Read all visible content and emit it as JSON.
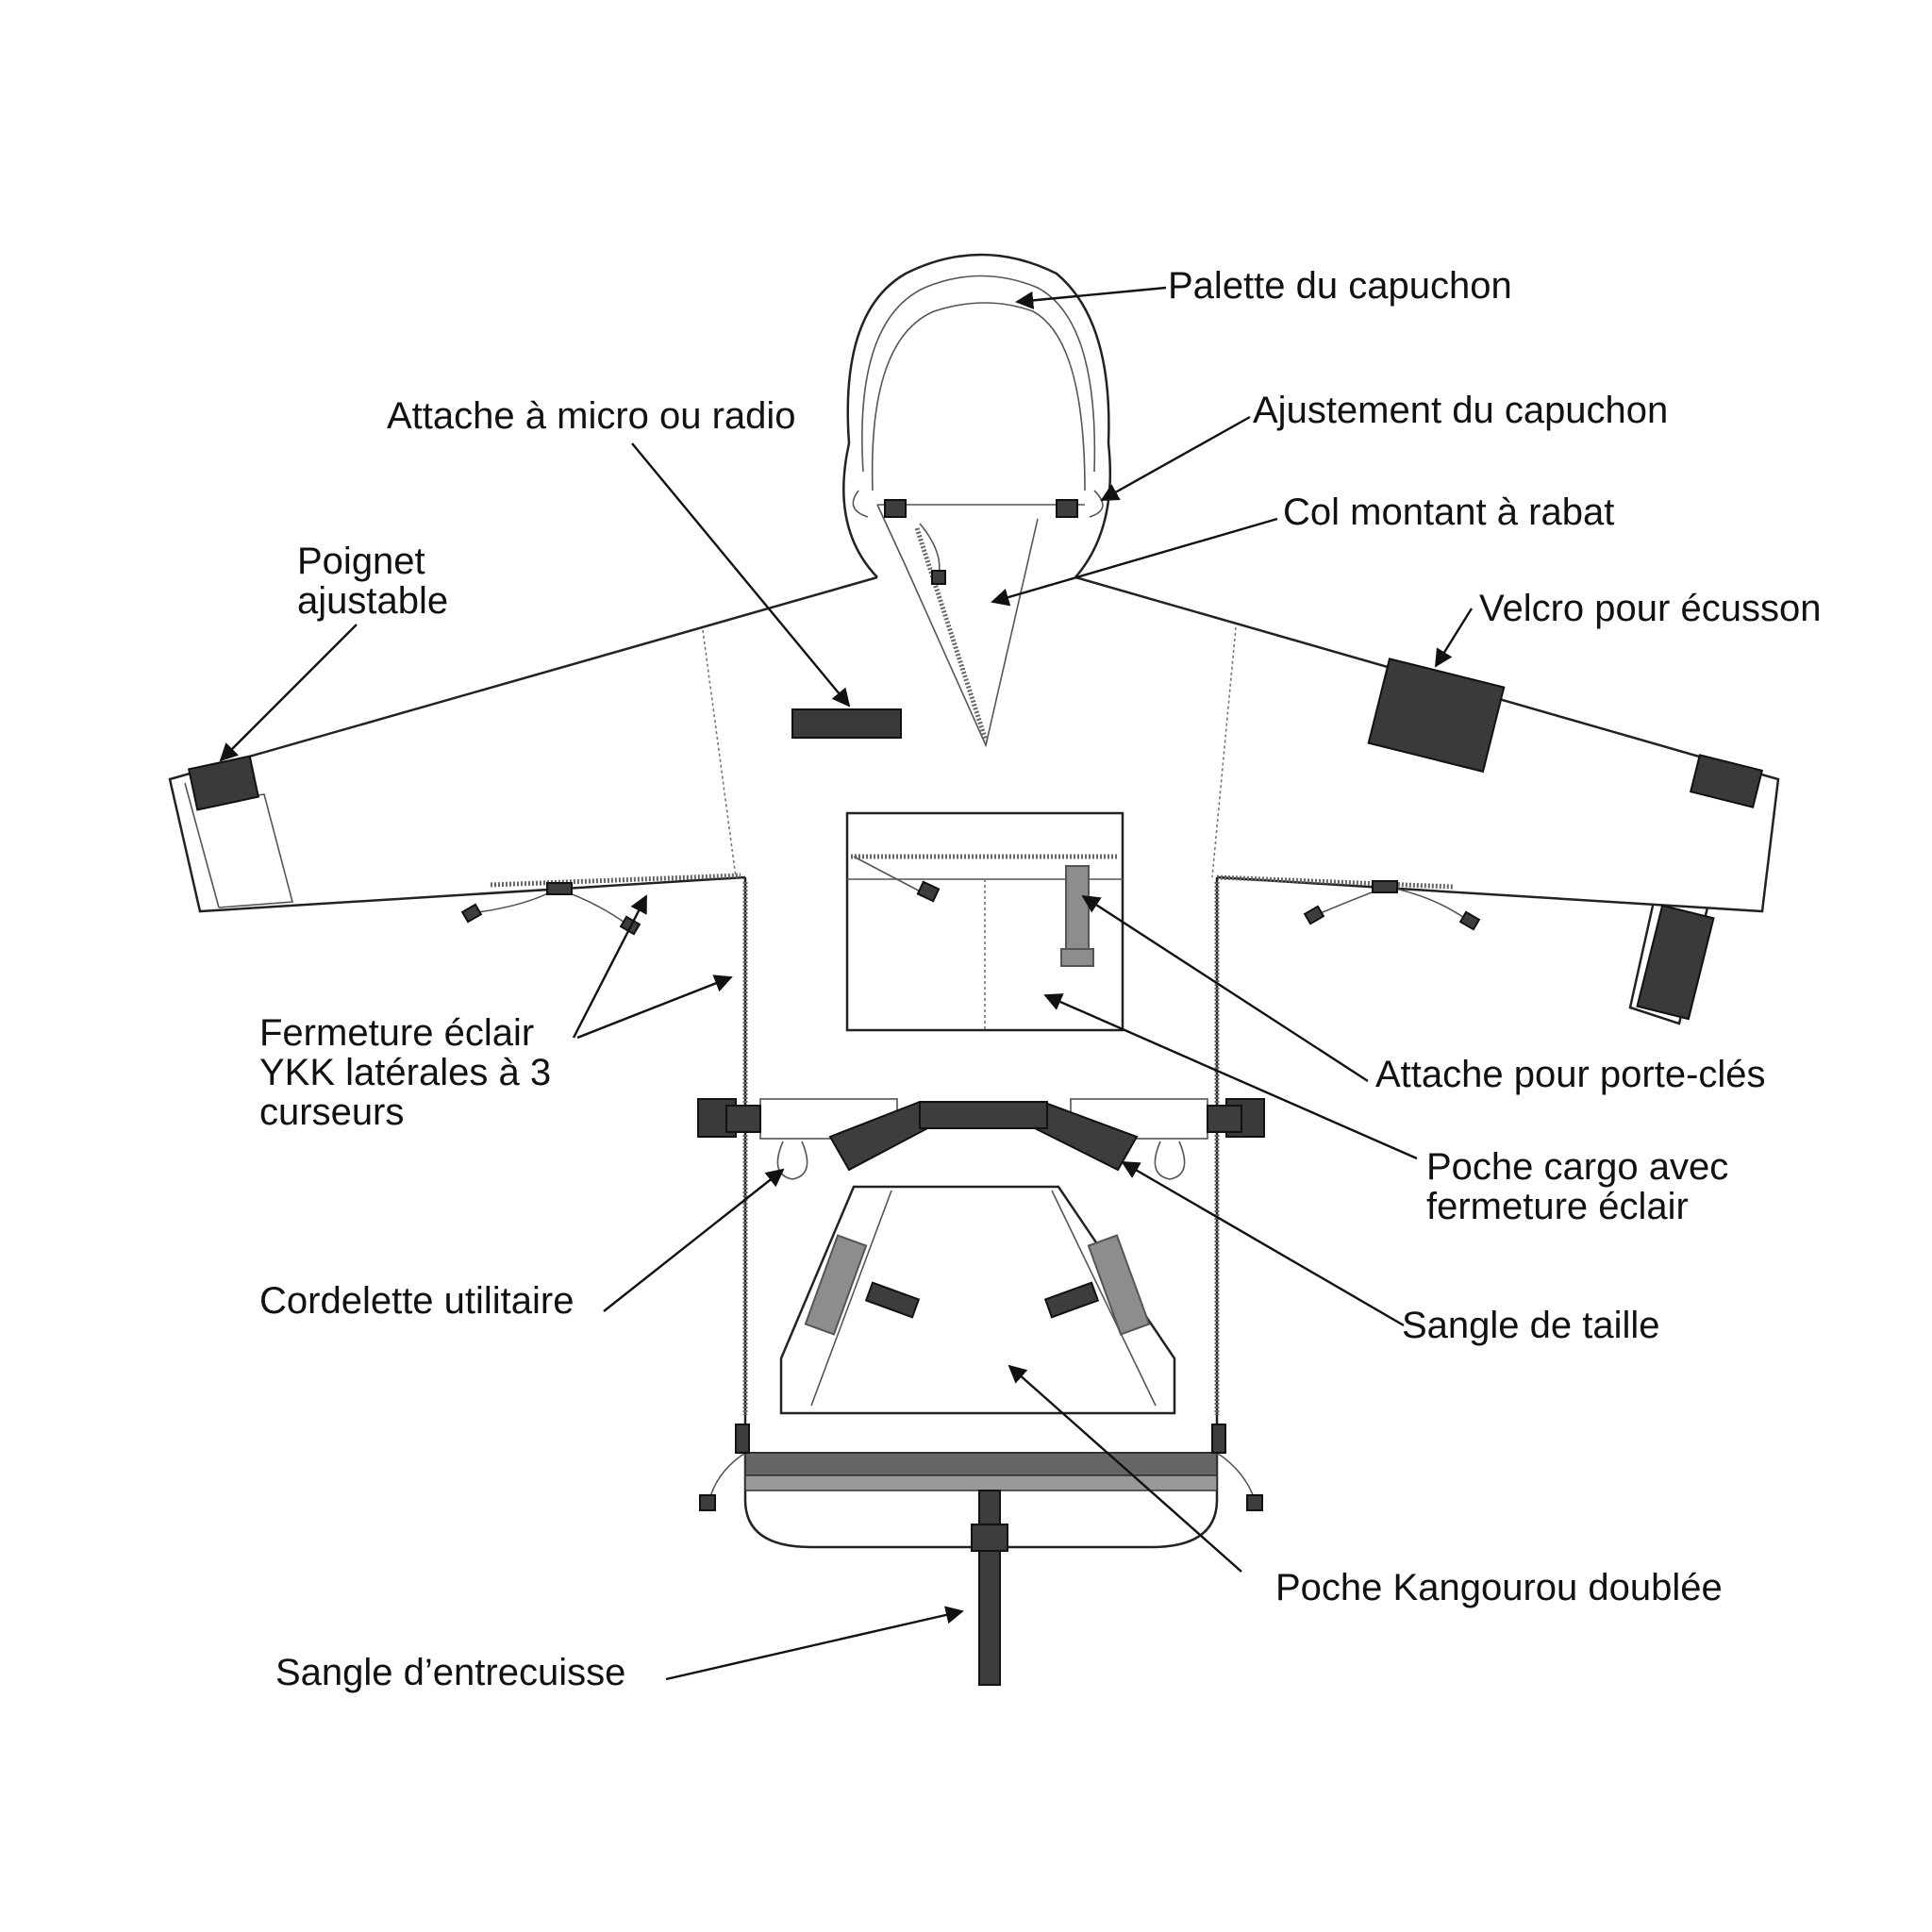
{
  "labels": [
    {
      "id": "hood-tab",
      "text": "Palette du capuchon"
    },
    {
      "id": "mic-clip",
      "text": "Attache à micro ou radio"
    },
    {
      "id": "hood-adjust",
      "text": "Ajustement du capuchon"
    },
    {
      "id": "collar",
      "text": "Col montant à rabat"
    },
    {
      "id": "cuff",
      "text": "Poignet\najustable"
    },
    {
      "id": "velcro",
      "text": "Velcro pour écusson"
    },
    {
      "id": "side-zip",
      "text": "Fermeture éclair\nYKK latérales à 3\ncurseurs"
    },
    {
      "id": "key-clip",
      "text": "Attache pour porte-clés"
    },
    {
      "id": "cargo-pocket",
      "text": "Poche cargo avec\nfermeture éclair"
    },
    {
      "id": "utility-cord",
      "text": "Cordelette utilitaire"
    },
    {
      "id": "waist-strap",
      "text": "Sangle de taille"
    },
    {
      "id": "kangaroo-pocket",
      "text": "Poche Kangourou doublée"
    },
    {
      "id": "crotch-strap",
      "text": "Sangle d’entrecuisse"
    }
  ]
}
